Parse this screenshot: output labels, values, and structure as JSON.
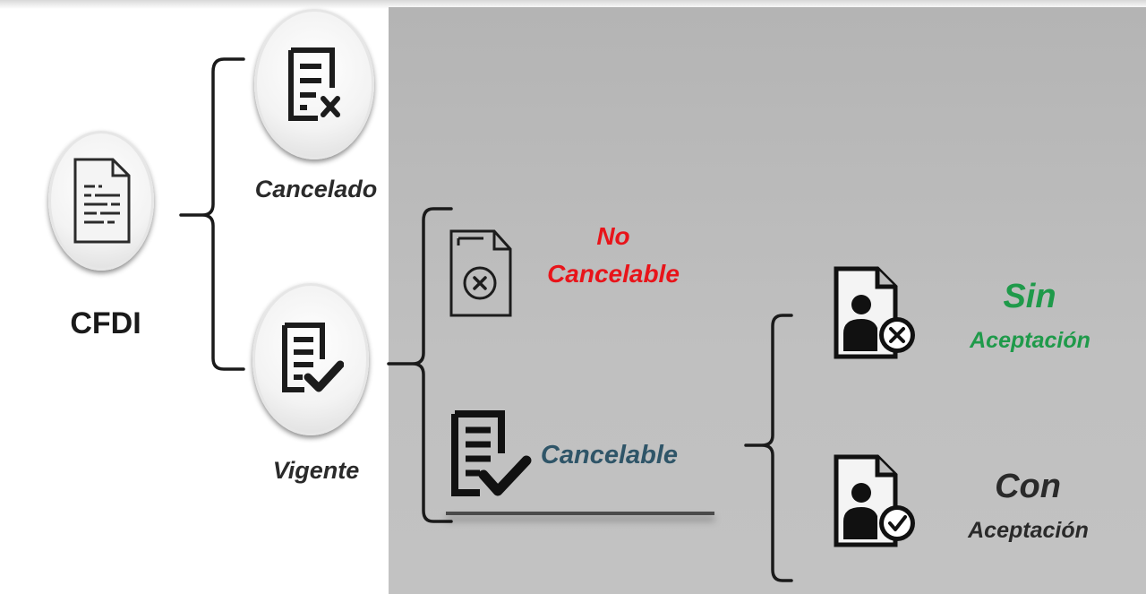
{
  "root": {
    "label": "CFDI",
    "icon": "document-icon"
  },
  "states": [
    {
      "label": "Cancelado",
      "icon": "document-cancelled-icon",
      "color": "#2a2a2a"
    },
    {
      "label": "Vigente",
      "icon": "document-valid-icon",
      "color": "#2a2a2a"
    }
  ],
  "vigente_types": {
    "no_cancelable": {
      "line1": "No",
      "line2": "Cancelable",
      "icon": "file-x-circle-icon",
      "color": "#e8141a"
    },
    "cancelable": {
      "label": "Cancelable",
      "icon": "document-check-icon",
      "color": "#2f5568"
    }
  },
  "cancelable_types": {
    "sin": {
      "line1": "Sin",
      "line2": "Aceptación",
      "icon": "user-document-x-icon",
      "color": "#1f9a4a"
    },
    "con": {
      "line1": "Con",
      "line2": "Aceptación",
      "icon": "user-document-check-icon",
      "color": "#2a2a2a"
    }
  },
  "colors": {
    "panel": "#bdbdbd",
    "bracket": "#1a1a1a"
  }
}
